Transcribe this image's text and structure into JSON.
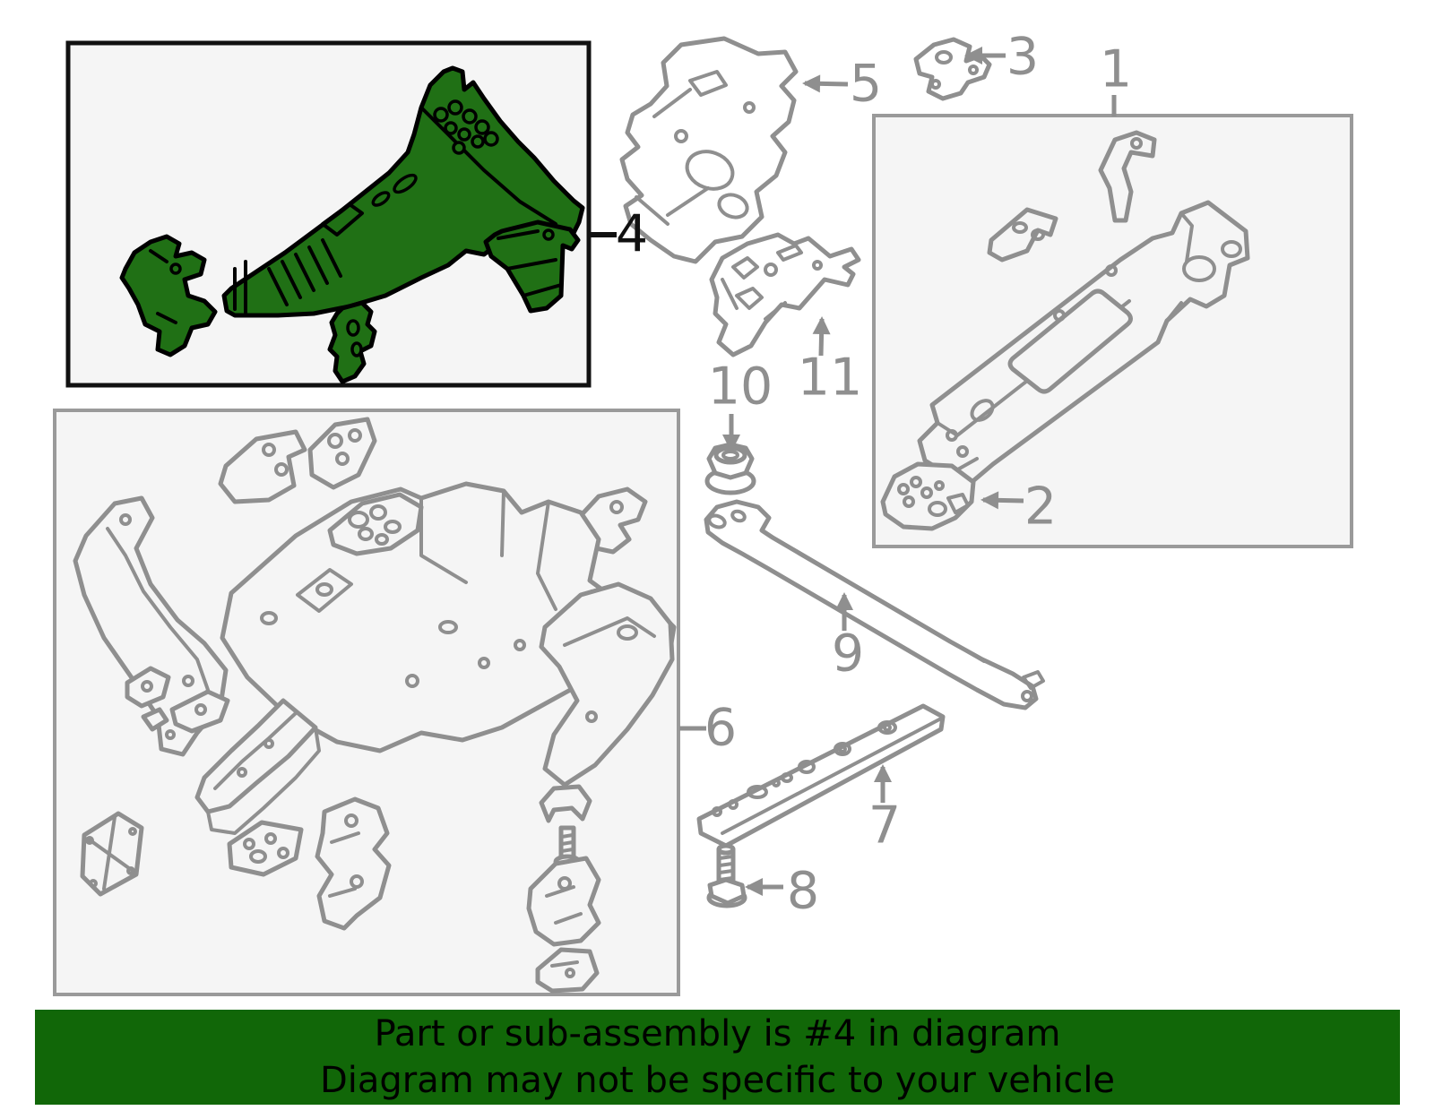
{
  "diagram": {
    "type": "oem-parts-exploded-diagram",
    "highlighted_part_number": "4",
    "colors": {
      "highlight_part_fill": "#207015",
      "highlight_part_outline": "#000000",
      "diagram_line_gray": "#8f8f8f",
      "inset_background": "#f5f5f5",
      "inset_border_black": "#111111",
      "inset_border_gray": "#9a9a9a",
      "banner_background": "#116708",
      "banner_text": "#000000"
    }
  },
  "callouts": [
    {
      "label": "1",
      "highlighted": false
    },
    {
      "label": "2",
      "highlighted": false
    },
    {
      "label": "3",
      "highlighted": false
    },
    {
      "label": "4",
      "highlighted": true
    },
    {
      "label": "5",
      "highlighted": false
    },
    {
      "label": "6",
      "highlighted": false
    },
    {
      "label": "7",
      "highlighted": false
    },
    {
      "label": "8",
      "highlighted": false
    },
    {
      "label": "9",
      "highlighted": false
    },
    {
      "label": "10",
      "highlighted": false
    },
    {
      "label": "11",
      "highlighted": false
    }
  ],
  "banner": {
    "line1": "Part or sub-assembly is #4 in diagram",
    "line2": "Diagram may not be specific to your vehicle"
  }
}
